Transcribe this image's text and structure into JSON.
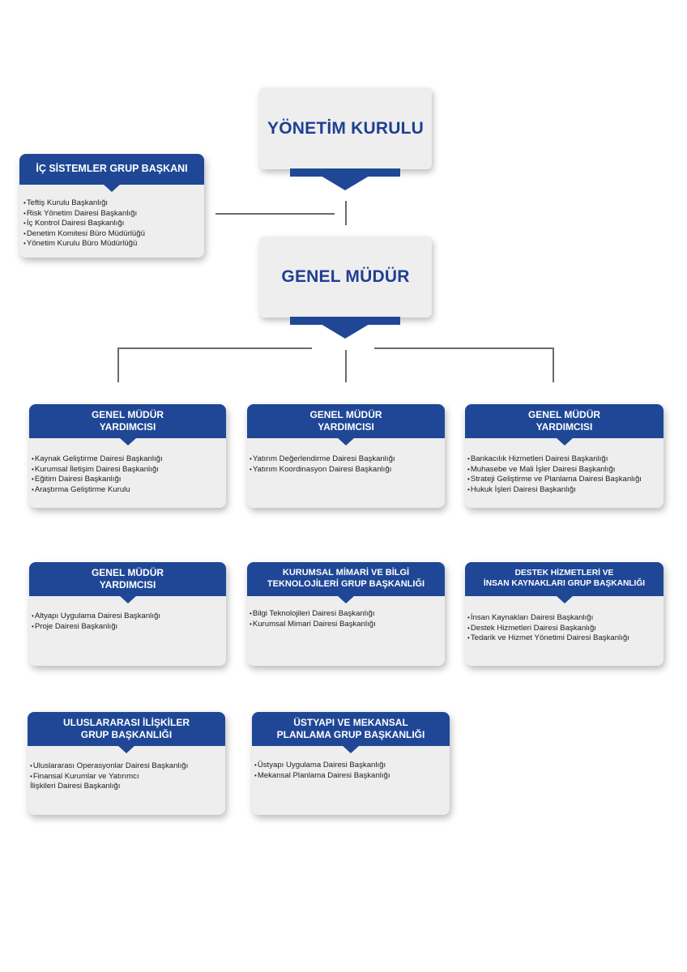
{
  "board": {
    "title": "YÖNETİM KURULU"
  },
  "ceo": {
    "title": "GENEL MÜDÜR"
  },
  "internal_systems": {
    "title": "İÇ SİSTEMLER GRUP BAŞKANI",
    "items": [
      "Teftiş Kurulu Başkanlığı",
      "Risk Yönetim Dairesi Başkanlığı",
      "İç Kontrol Dairesi Başkanlığı",
      "Denetim Komitesi Büro Müdürlüğü",
      "Yönetim Kurulu Büro Müdürlüğü"
    ]
  },
  "cards": [
    {
      "title_1": "GENEL MÜDÜR",
      "title_2": "YARDIMCISI",
      "items": [
        "Kaynak Geliştirme Dairesi Başkanlığı",
        "Kurumsal İletişim Dairesi Başkanlığı",
        "Eğitim Dairesi Başkanlığı",
        "Araştırma Geliştirme Kurulu"
      ]
    },
    {
      "title_1": "GENEL MÜDÜR",
      "title_2": "YARDIMCISI",
      "items": [
        "Yatırım Değerlendirme Dairesi Başkanlığı",
        "Yatırım Koordinasyon Dairesi Başkanlığı"
      ]
    },
    {
      "title_1": "GENEL MÜDÜR",
      "title_2": "YARDIMCISI",
      "items": [
        "Bankacılık Hizmetleri Dairesi Başkanlığı",
        "Muhasebe ve Mali İşler Dairesi Başkanlığı",
        "Strateji Geliştirme ve Planlama Dairesi Başkanlığı",
        "Hukuk İşleri Dairesi Başkanlığı"
      ]
    },
    {
      "title_1": "GENEL MÜDÜR",
      "title_2": "YARDIMCISI",
      "items": [
        "Altyapı Uygulama Dairesi Başkanlığı",
        "Proje Dairesi Başkanlığı"
      ]
    },
    {
      "title_1": "KURUMSAL MİMARİ VE BİLGİ",
      "title_2": "TEKNOLOJİLERİ GRUP BAŞKANLIĞI",
      "items": [
        "Bilgi Teknolojileri Dairesi Başkanlığı",
        "Kurumsal Mimari Dairesi Başkanlığı"
      ]
    },
    {
      "title_1": "DESTEK HİZMETLERİ VE",
      "title_2": "İNSAN KAYNAKLARI GRUP BAŞKANLIĞI",
      "items": [
        "İnsan Kaynakları Dairesi Başkanlığı",
        "Destek Hizmetleri Dairesi Başkanlığı",
        "Tedarik ve Hizmet Yönetimi Dairesi Başkanlığı"
      ]
    },
    {
      "title_1": "ULUSLARARASI İLİŞKİLER",
      "title_2": "GRUP BAŞKANLIĞI",
      "items": [
        "Uluslararası Operasyonlar Dairesi Başkanlığı",
        "Finansal Kurumlar ve Yatırımcı",
        "İlişkileri Dairesi Başkanlığı"
      ]
    },
    {
      "title_1": "ÜSTYAPI VE MEKANSAL",
      "title_2": "PLANLAMA GRUP BAŞKANLIĞI",
      "items": [
        "Üstyapı Uygulama Dairesi Başkanlığı",
        "Mekansal Planlama Dairesi Başkanlığı"
      ]
    }
  ]
}
